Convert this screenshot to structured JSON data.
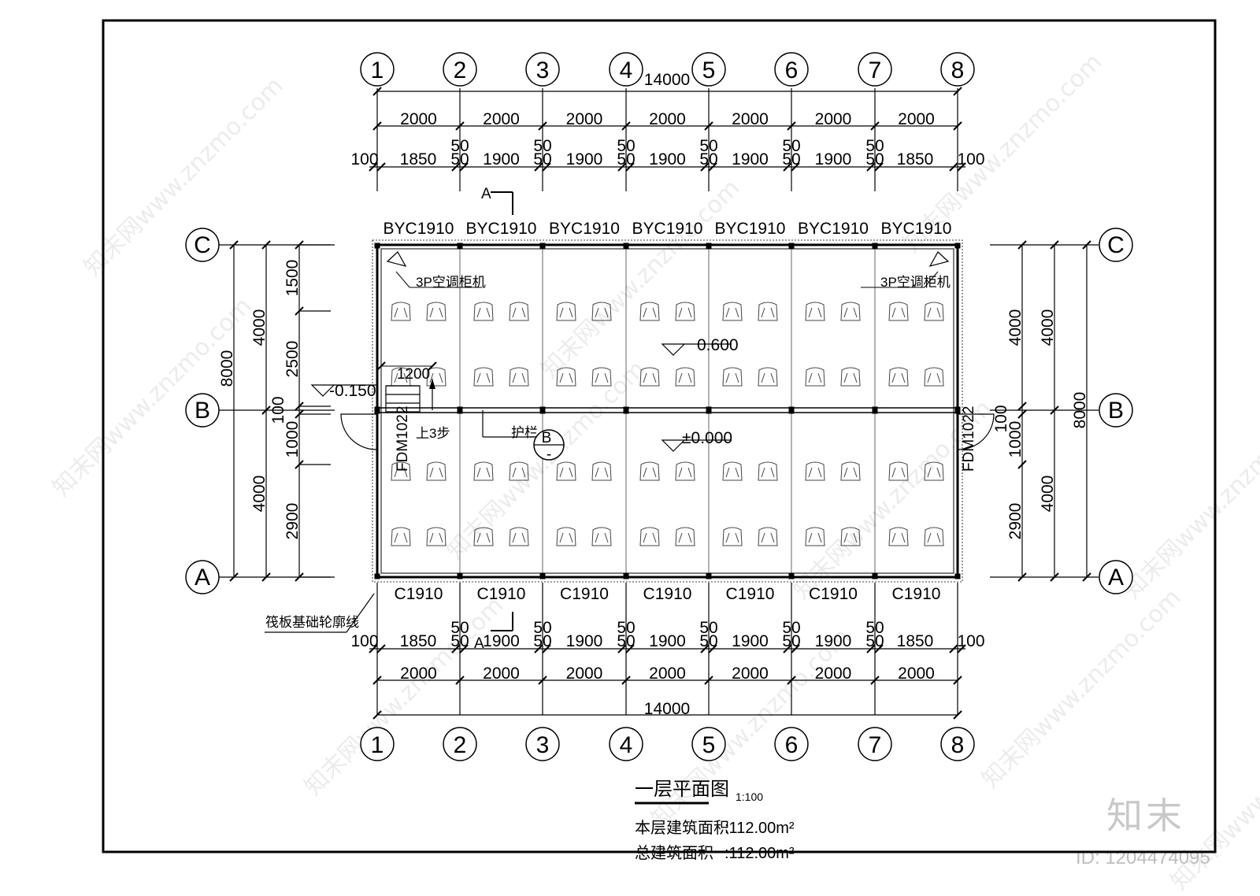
{
  "drawing": {
    "title": "一层平面图",
    "scale": "1:100",
    "floor_area_label": "本层建筑面积",
    "floor_area_value": ":112.00m²",
    "total_area_label": "总建筑面积",
    "total_area_value": ":112.00m²"
  },
  "grid": {
    "columns": [
      "1",
      "2",
      "3",
      "4",
      "5",
      "6",
      "7",
      "8"
    ],
    "rows": [
      "C",
      "B",
      "A"
    ]
  },
  "dimensions": {
    "overall_width": "14000",
    "bays": [
      "2000",
      "2000",
      "2000",
      "2000",
      "2000",
      "2000",
      "2000"
    ],
    "detail_top": [
      "100",
      "1850",
      "50",
      "50",
      "1900",
      "50",
      "50",
      "1900",
      "50",
      "50",
      "1900",
      "50",
      "50",
      "1900",
      "50",
      "50",
      "1900",
      "50",
      "50",
      "1850",
      "100"
    ],
    "detail_bottom": [
      "100",
      "1850",
      "50",
      "50",
      "1900",
      "50",
      "50",
      "1900",
      "50",
      "50",
      "1900",
      "50",
      "50",
      "1900",
      "50",
      "50",
      "1900",
      "50",
      "50",
      "1850",
      "100"
    ],
    "left_total": "8000",
    "left_halves": [
      "4000",
      "4000"
    ],
    "left_detail": [
      "1500",
      "2500",
      "100",
      "1000",
      "2900"
    ],
    "right_total": "8000",
    "right_halves": [
      "4000",
      "4000"
    ],
    "right_detail": [
      "4000",
      "100",
      "1000",
      "2900"
    ],
    "stair_width": "1200"
  },
  "windows": {
    "top": [
      "BYC1910",
      "BYC1910",
      "BYC1910",
      "BYC1910",
      "BYC1910",
      "BYC1910",
      "BYC1910"
    ],
    "bottom": [
      "C1910",
      "C1910",
      "C1910",
      "C1910",
      "C1910",
      "C1910",
      "C1910"
    ]
  },
  "doors": {
    "left": "FDM1022",
    "right": "FDM1022"
  },
  "labels": {
    "ac_left": "3P空调柜机",
    "ac_right": "3P空调柜机",
    "elev_upper": "0.600",
    "elev_lower": "±0.000",
    "elev_outside": "-0.150",
    "stairs": "上3步",
    "railing": "护栏",
    "detail_ref": "B",
    "detail_ref_sub": "-",
    "raft_outline": "筏板基础轮廓线",
    "section_mark": "A"
  },
  "watermark": {
    "text": "知末网www.znzmo.com",
    "logo": "知末",
    "id": "ID: 1204474095"
  }
}
